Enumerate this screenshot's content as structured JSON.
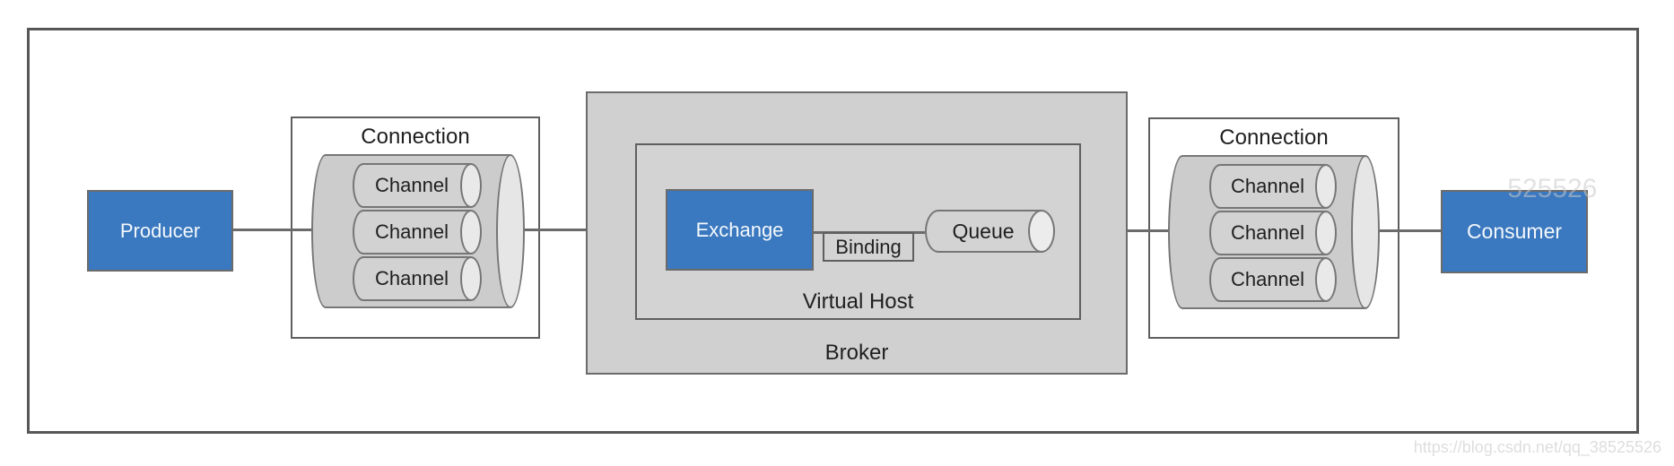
{
  "diagram": {
    "producer": {
      "label": "Producer"
    },
    "consumer": {
      "label": "Consumer"
    },
    "left_connection": {
      "label": "Connection",
      "channels": [
        "Channel",
        "Channel",
        "Channel"
      ]
    },
    "right_connection": {
      "label": "Connection",
      "channels": [
        "Channel",
        "Channel",
        "Channel"
      ]
    },
    "broker": {
      "label": "Broker",
      "virtual_host": {
        "label": "Virtual Host",
        "exchange": {
          "label": "Exchange"
        },
        "binding": {
          "label": "Binding"
        },
        "queue": {
          "label": "Queue"
        }
      }
    },
    "colors": {
      "accent_blue": "#3A78BF",
      "broker_fill": "#D0D0D0",
      "virtual_host_fill": "#D3D3D3",
      "cylinder_fill": "#CCCCCC",
      "channel_fill": "#D2D2D2",
      "cap_fill": "#E8E8E8",
      "border_dark": "#575757",
      "border_gray": "#6B6B6B",
      "text": "#1F1F1F",
      "watermark": "#DEDEDE"
    }
  },
  "watermark": {
    "url": "https://blog.csdn.net/qq_38525526"
  }
}
